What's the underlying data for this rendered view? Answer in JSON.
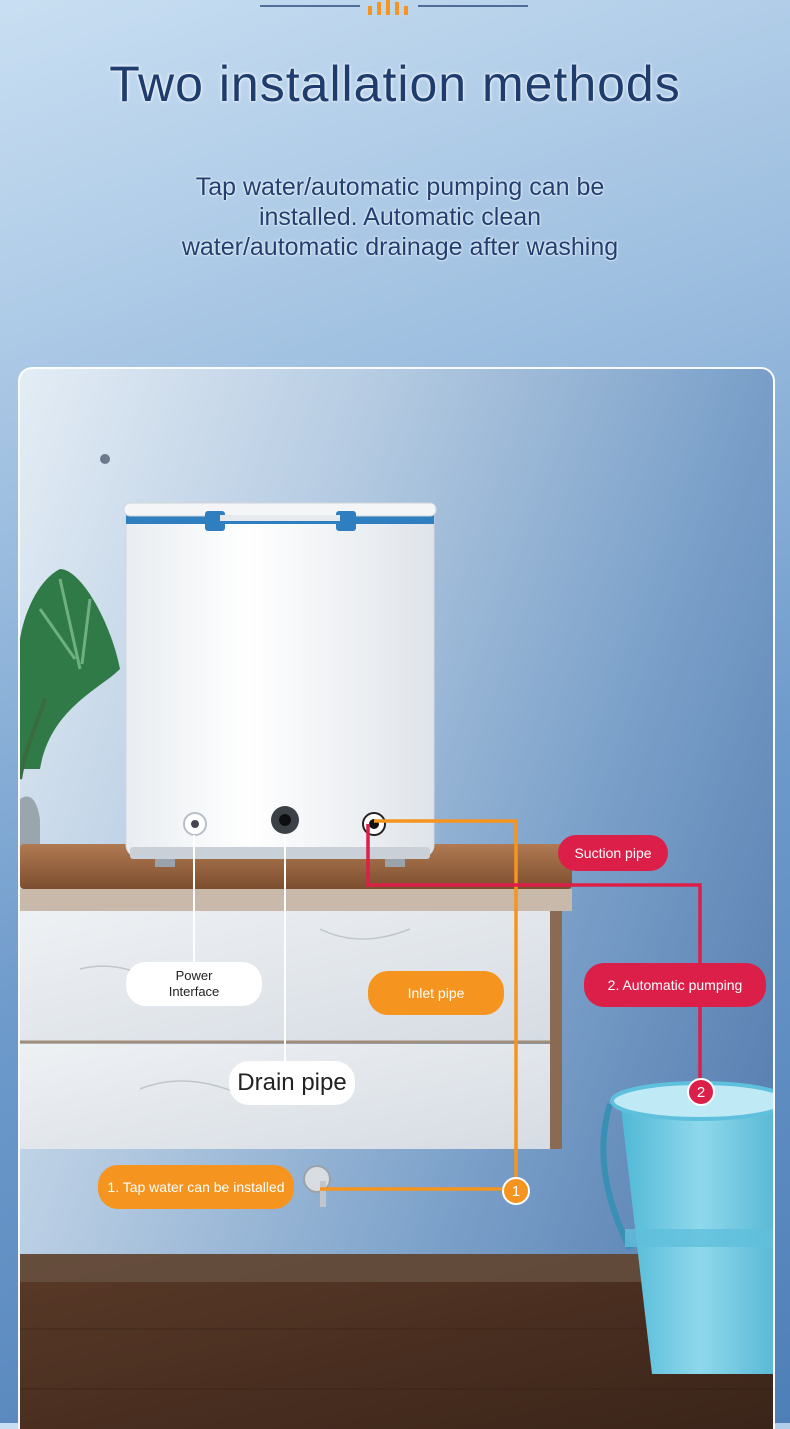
{
  "header": {
    "title": "Two installation methods",
    "description": "Tap water/automatic pumping can be installed. Automatic clean water/automatic drainage after washing"
  },
  "labels": {
    "power_interface": "Power Interface",
    "drain_pipe": "Drain pipe",
    "inlet_pipe": "Inlet pipe",
    "suction_pipe": "Suction pipe",
    "automatic_pumping": "2. Automatic pumping",
    "tap_water": "1. Tap water can be installed",
    "badge_1": "1",
    "badge_2": "2"
  },
  "colors": {
    "orange": "#f5941e",
    "red": "#dc1f48",
    "title_navy": "#1e3c6e"
  }
}
